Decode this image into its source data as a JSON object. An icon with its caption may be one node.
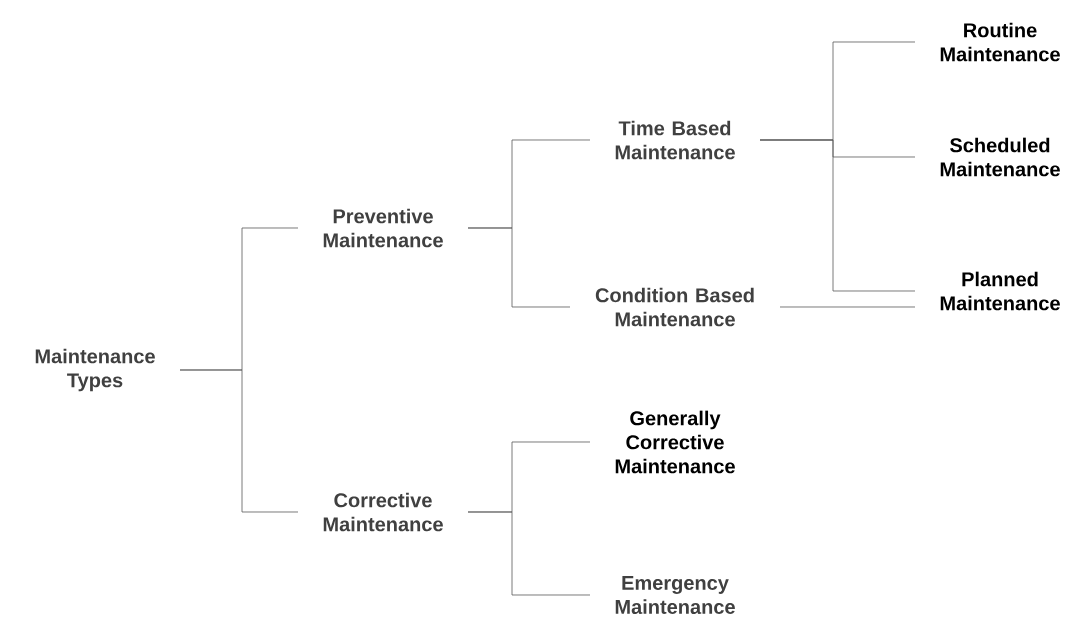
{
  "diagram": {
    "nodes": [
      {
        "text": [
          "Maintenance Types"
        ]
      },
      {
        "text": [
          "Preventive Maintenance"
        ]
      },
      {
        "text": [
          "Corrective Maintenance"
        ]
      },
      {
        "text": [
          "Time Based Maintenance"
        ]
      },
      {
        "text": [
          "Condition Based Maintenance"
        ]
      },
      {
        "text": [
          "Generally Corrective Maintenance"
        ]
      },
      {
        "text": [
          "Emergency Maintenance"
        ]
      },
      {
        "text": [
          "Routine Maintenance"
        ]
      },
      {
        "text": [
          "Scheduled Maintenance"
        ]
      },
      {
        "text": [
          "Planned Maintenance"
        ]
      }
    ],
    "edges": [
      {
        "from": 0,
        "to": 1,
        "arrow": "none"
      },
      {
        "from": 0,
        "to": 2,
        "arrow": "none"
      },
      {
        "from": 1,
        "to": 3,
        "arrow": "none"
      },
      {
        "from": 1,
        "to": 4,
        "arrow": "none"
      },
      {
        "from": 2,
        "to": 5,
        "arrow": "none"
      },
      {
        "from": 2,
        "to": 6,
        "arrow": "none"
      },
      {
        "from": 3,
        "to": 7,
        "arrow": "none"
      },
      {
        "from": 3,
        "to": 8,
        "arrow": "none"
      },
      {
        "from": 3,
        "to": 9,
        "arrow": "none"
      },
      {
        "from": 4,
        "to": 9,
        "arrow": "none"
      }
    ]
  }
}
